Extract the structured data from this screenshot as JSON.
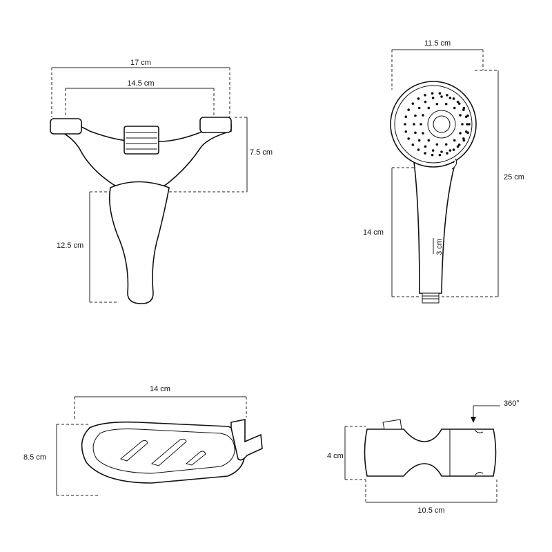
{
  "colors": {
    "line": "#111111",
    "background": "#ffffff"
  },
  "mixer": {
    "width_outer": "17 cm",
    "width_inner": "14.5 cm",
    "height_body": "7.5 cm",
    "height_lever": "12.5 cm"
  },
  "hand_shower": {
    "head_diameter": "11.5 cm",
    "total_length": "25 cm",
    "handle_length": "14 cm",
    "handle_width": "3 cm"
  },
  "soap_dish": {
    "width": "14 cm",
    "depth": "8.5 cm"
  },
  "slider": {
    "height": "4 cm",
    "length": "10.5 cm",
    "rotation": "360°"
  }
}
